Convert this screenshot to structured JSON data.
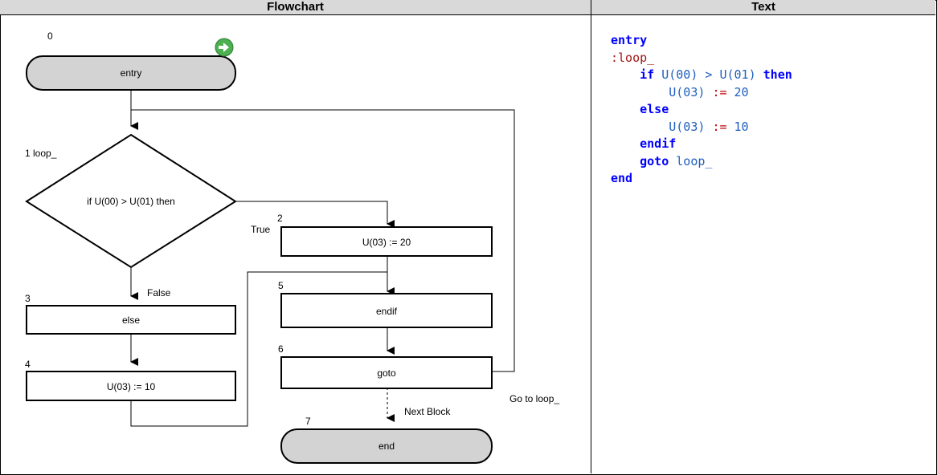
{
  "headers": {
    "flowchart": "Flowchart",
    "text": "Text"
  },
  "nodes": {
    "n0": {
      "index": "0",
      "label": "entry"
    },
    "n1": {
      "index": "1 loop_",
      "label": "if U(00) > U(01) then"
    },
    "n2": {
      "index": "2",
      "label": "U(03) := 20"
    },
    "n3": {
      "index": "3",
      "label": "else"
    },
    "n4": {
      "index": "4",
      "label": "U(03) := 10"
    },
    "n5": {
      "index": "5",
      "label": "endif"
    },
    "n6": {
      "index": "6",
      "label": "goto"
    },
    "n7": {
      "index": "7",
      "label": "end"
    }
  },
  "edge_labels": {
    "true": "True",
    "false": "False",
    "next_block": "Next Block",
    "go_to": "Go to loop_"
  },
  "code": {
    "l1": "entry",
    "l2": ":loop_",
    "l3_if": "if",
    "l3_a": "U(00)",
    "l3_gt": ">",
    "l3_b": "U(01)",
    "l3_then": "then",
    "l4_a": "U(03)",
    "l4_op": ":=",
    "l4_v": "20",
    "l5": "else",
    "l6_a": "U(03)",
    "l6_op": ":=",
    "l6_v": "10",
    "l7": "endif",
    "l8_goto": "goto",
    "l8_lbl": "loop_",
    "l9": "end"
  },
  "colors": {
    "keyword": "#0000ff",
    "label": "#a31515",
    "operand": "#1f5fbf",
    "node_fill": "#d3d3d3",
    "start_icon": "#4caf50"
  },
  "icons": {
    "start": "green-arrow-circle-icon"
  }
}
